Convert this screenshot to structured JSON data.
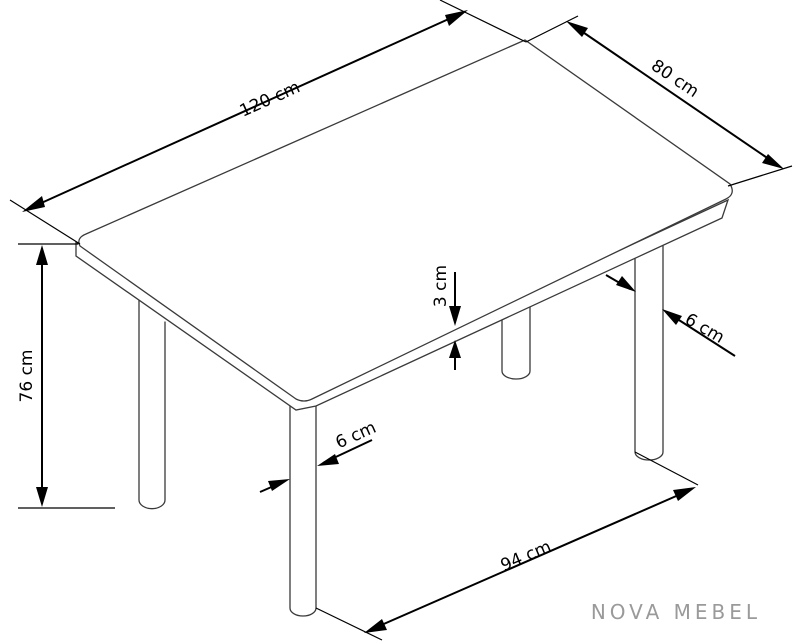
{
  "dimensions": {
    "length": "120 cm",
    "width": "80 cm",
    "height": "76 cm",
    "top_thickness": "3 cm",
    "leg_front": "6 cm",
    "leg_right": "6 cm",
    "leg_spacing": "94 cm"
  },
  "brand": {
    "name": "NOVA MEBEL"
  }
}
